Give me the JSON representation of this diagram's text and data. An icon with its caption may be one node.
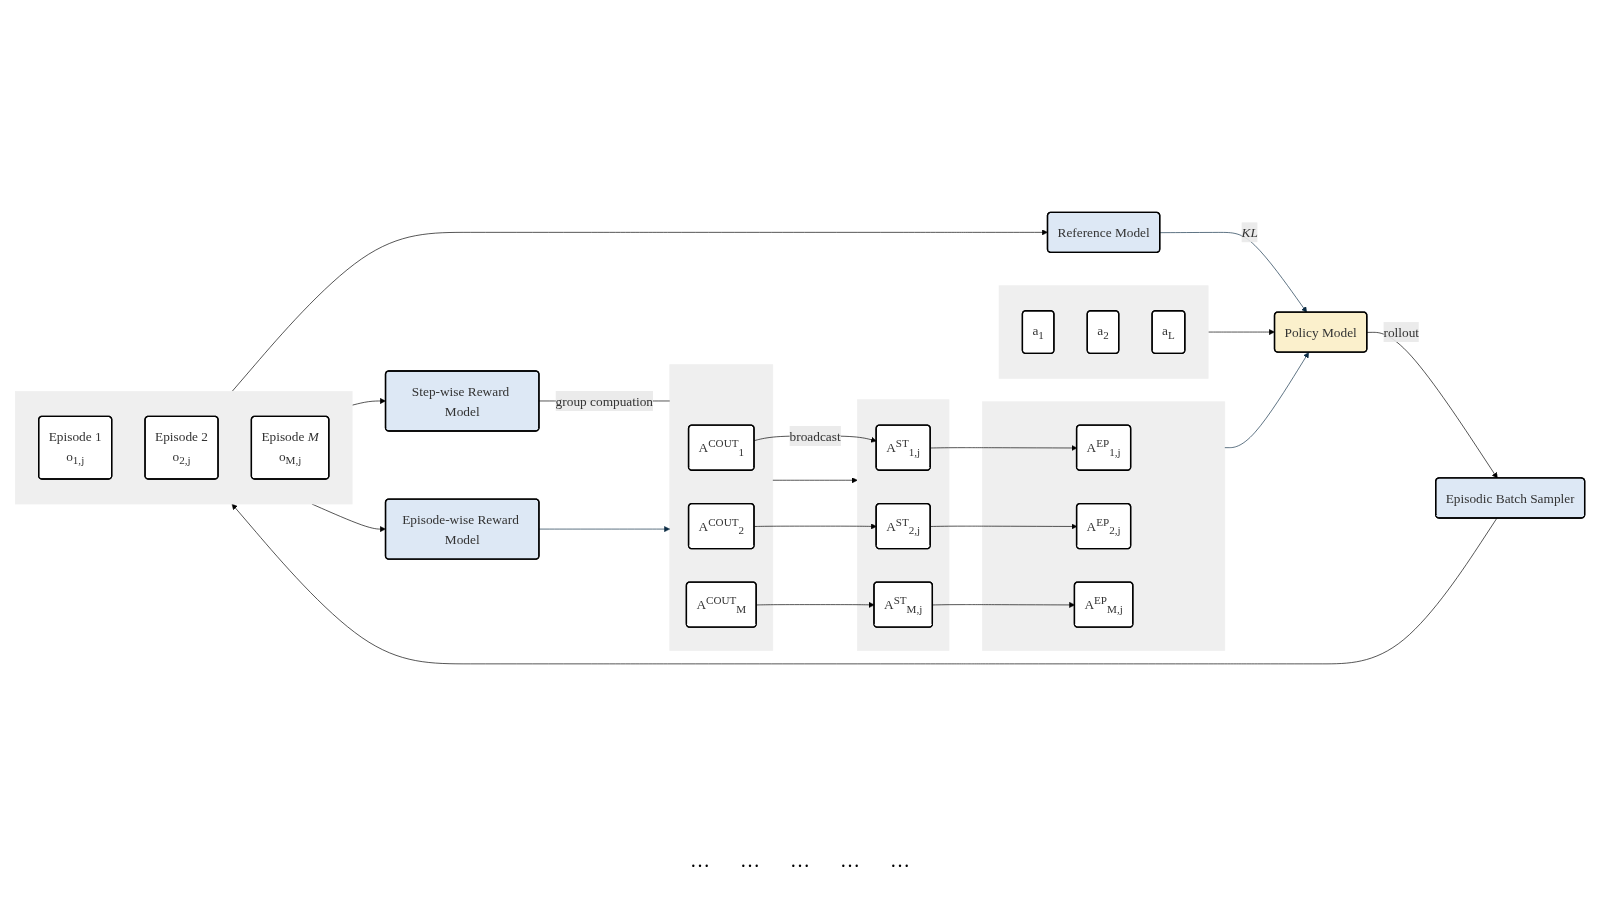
{
  "diagram": {
    "nodes": [
      {
        "text": [],
        "shape": "box"
      },
      {
        "text": [
          "a$_{1}$"
        ],
        "in": 0
      },
      {
        "text": [
          "a$_{2}$"
        ],
        "in": 0
      },
      {
        "text": [
          "a$_{L}$"
        ],
        "in": 0
      },
      {
        "text": [
          "Policy Model"
        ]
      },
      {
        "text": [
          "Episodic Batch Sampler"
        ]
      },
      {
        "text": [],
        "shape": "box"
      },
      {
        "text": [
          "Episode 1",
          "o$_{1,j}$"
        ],
        "in": 6
      },
      {
        "text": [
          "Episode 2",
          "o$_{2,j}$"
        ],
        "in": 6
      },
      {
        "text": [
          "Episode *M*",
          "o$_{M,j}$"
        ],
        "in": 6
      },
      {
        "text": [
          "Reference Model"
        ]
      },
      {
        "text": [
          "Step-wise Reward Model"
        ]
      },
      {
        "text": [
          "Episode-wise Reward Model"
        ]
      },
      {
        "text": [],
        "shape": "box"
      },
      {
        "text": [
          "A$^{COUT}$$_{1}$"
        ],
        "in": 13
      },
      {
        "text": [
          "A$^{COUT}$$_{2}$"
        ],
        "in": 13
      },
      {
        "text": [
          "A$^{COUT}$$_{M}$"
        ],
        "in": 13
      },
      {
        "text": [],
        "shape": "box"
      },
      {
        "text": [
          "A$^{ST}$$_{1,j}$"
        ],
        "in": 17
      },
      {
        "text": [
          "A$^{ST}$$_{2,j}$"
        ],
        "in": 17
      },
      {
        "text": [
          "A$^{ST}$$_{M,j}$"
        ],
        "in": 17
      },
      {
        "text": [],
        "shape": "box"
      },
      {
        "text": [
          "A$^{EP}$$_{1,j}$"
        ],
        "in": 21
      },
      {
        "text": [
          "A$^{EP}$$_{2,j}$"
        ],
        "in": 21
      },
      {
        "text": [
          "A$^{EP}$$_{M,j}$"
        ],
        "in": 21
      }
    ],
    "edges": [
      {
        "from": 0,
        "to": 4,
        "arrow": "to"
      },
      {
        "from": 4,
        "to": 5,
        "arrow": "to",
        "label": "rollout"
      },
      {
        "from": 5,
        "to": 6,
        "arrow": "to"
      },
      {
        "from": 6,
        "to": 10,
        "arrow": "to"
      },
      {
        "from": 6,
        "to": 11,
        "arrow": "to"
      },
      {
        "from": 6,
        "to": 12,
        "arrow": "to"
      },
      {
        "from": 10,
        "to": 4,
        "arrow": "to",
        "label": "*KL*",
        "color": "#0d2d45"
      },
      {
        "from": 11,
        "to": 13,
        "arrow": "none",
        "label": "group compuation"
      },
      {
        "from": 12,
        "to": 13,
        "arrow": "to",
        "color": "#0d2d45"
      },
      {
        "from": 13,
        "to": 17,
        "arrow": "to"
      },
      {
        "from": 14,
        "to": 18,
        "arrow": "to",
        "label": "broadcast"
      },
      {
        "from": 15,
        "to": 19,
        "arrow": "to"
      },
      {
        "from": 16,
        "to": 20,
        "arrow": "to"
      },
      {
        "from": 18,
        "to": 22,
        "arrow": "to"
      },
      {
        "from": 19,
        "to": 23,
        "arrow": "to"
      },
      {
        "from": 20,
        "to": 24,
        "arrow": "to"
      },
      {
        "from": 21,
        "to": 4,
        "arrow": "to",
        "color": "#0d2d45"
      }
    ],
    "labels": [
      "…",
      "…",
      "…",
      "…",
      "…"
    ]
  }
}
